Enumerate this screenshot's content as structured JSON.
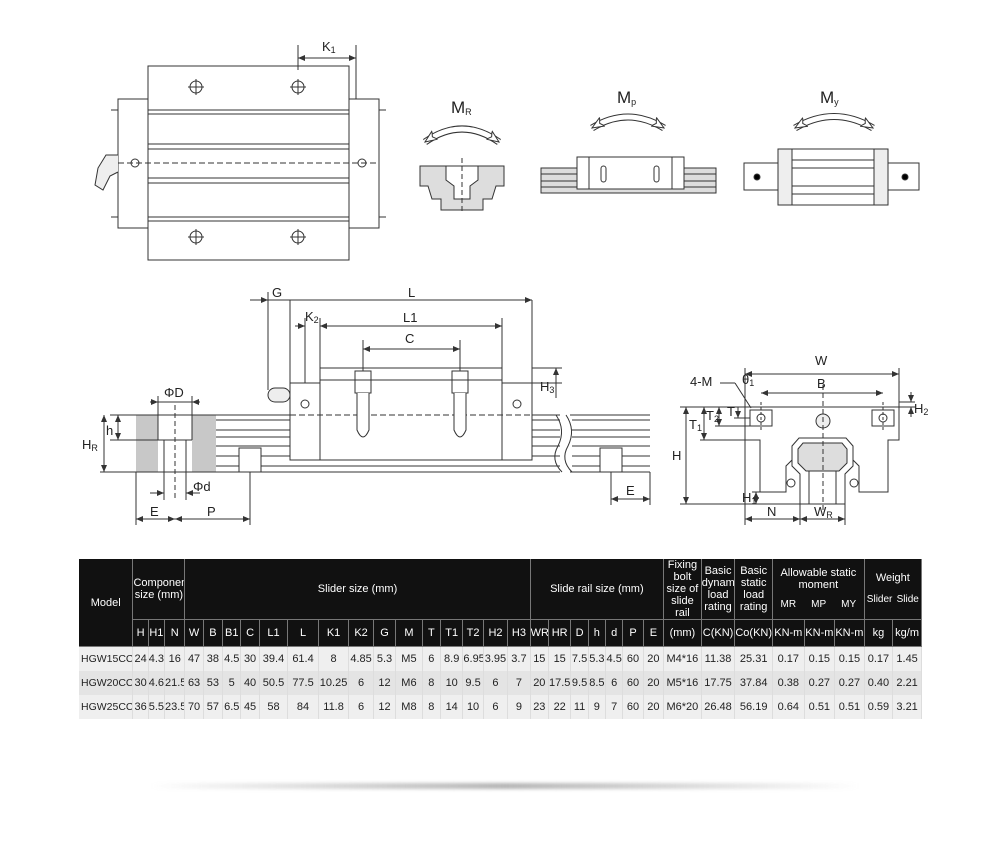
{
  "labels": {
    "k1": "K",
    "k1_sub": "1",
    "mr": "M",
    "mr_sub": "R",
    "mp": "M",
    "mp_sub": "p",
    "my": "M",
    "my_sub": "y",
    "g": "G",
    "l": "L",
    "k2": "K",
    "k2_sub": "2",
    "l1": "L1",
    "c": "C",
    "h3": "H",
    "h3_sub": "3",
    "phi_d_upper": "ΦD",
    "h_small": "h",
    "hr": "H",
    "hr_sub": "R",
    "phi_d_lower": "Φd",
    "e_left": "E",
    "p": "P",
    "e_right": "E",
    "w": "W",
    "four_m": "4-M",
    "theta1": "θ",
    "theta1_sub": "1",
    "b": "B",
    "t1": "T",
    "t1_sub": "1",
    "t2": "T",
    "t2_sub": "2",
    "t": "T",
    "h2": "H",
    "h2_sub": "2",
    "h_big": "H",
    "h1": "H",
    "h1_sub": "1",
    "n": "N",
    "wr": "W",
    "wr_sub": "R"
  },
  "table": {
    "model_header": "Model",
    "component_size_header": "Component size (mm)",
    "slider_size_header": "Slider size (mm)",
    "slide_rail_size_header": "Slide rail size (mm)",
    "fixing_bolt_header": "Fixing bolt size of slide rail",
    "basic_dynamic_header": "Basic dynamic load rating",
    "basic_static_header": "Basic static load rating",
    "allowable_moment_header": "Allowable static moment",
    "weight_header": "Weight",
    "weight_slider": "Slider",
    "weight_slide": "Slide",
    "sub_headers": [
      "H",
      "H1",
      "N",
      "W",
      "B",
      "B1",
      "C",
      "L1",
      "L",
      "K1",
      "K2",
      "G",
      "M",
      "T",
      "T1",
      "T2",
      "H2",
      "H3",
      "WR",
      "HR",
      "D",
      "h",
      "d",
      "P",
      "E",
      "(mm)",
      "C(KN)",
      "Co(KN)",
      "KN-m",
      "KN-m",
      "KN-m",
      "kg",
      "kg/m"
    ],
    "moment_labels": [
      "MR",
      "MP",
      "MY"
    ],
    "rows": [
      [
        "HGW15CC",
        "24",
        "4.3",
        "16",
        "47",
        "38",
        "4.5",
        "30",
        "39.4",
        "61.4",
        "8",
        "4.85",
        "5.3",
        "M5",
        "6",
        "8.9",
        "6.95",
        "3.95",
        "3.7",
        "15",
        "15",
        "7.5",
        "5.3",
        "4.5",
        "60",
        "20",
        "M4*16",
        "11.38",
        "25.31",
        "0.17",
        "0.15",
        "0.15",
        "0.17",
        "1.45"
      ],
      [
        "HGW20CC",
        "30",
        "4.6",
        "21.5",
        "63",
        "53",
        "5",
        "40",
        "50.5",
        "77.5",
        "10.25",
        "6",
        "12",
        "M6",
        "8",
        "10",
        "9.5",
        "6",
        "7",
        "20",
        "17.5",
        "9.5",
        "8.5",
        "6",
        "60",
        "20",
        "M5*16",
        "17.75",
        "37.84",
        "0.38",
        "0.27",
        "0.27",
        "0.40",
        "2.21"
      ],
      [
        "HGW25CC",
        "36",
        "5.5",
        "23.5",
        "70",
        "57",
        "6.5",
        "45",
        "58",
        "84",
        "11.8",
        "6",
        "12",
        "M8",
        "8",
        "14",
        "10",
        "6",
        "9",
        "23",
        "22",
        "11",
        "9",
        "7",
        "60",
        "20",
        "M6*20",
        "26.48",
        "56.19",
        "0.64",
        "0.51",
        "0.51",
        "0.59",
        "3.21"
      ]
    ]
  },
  "colors": {
    "line": "#333333",
    "header_bg": "#111111",
    "row_bg": "#efefef",
    "rail_gray": "#c8c8c8"
  }
}
